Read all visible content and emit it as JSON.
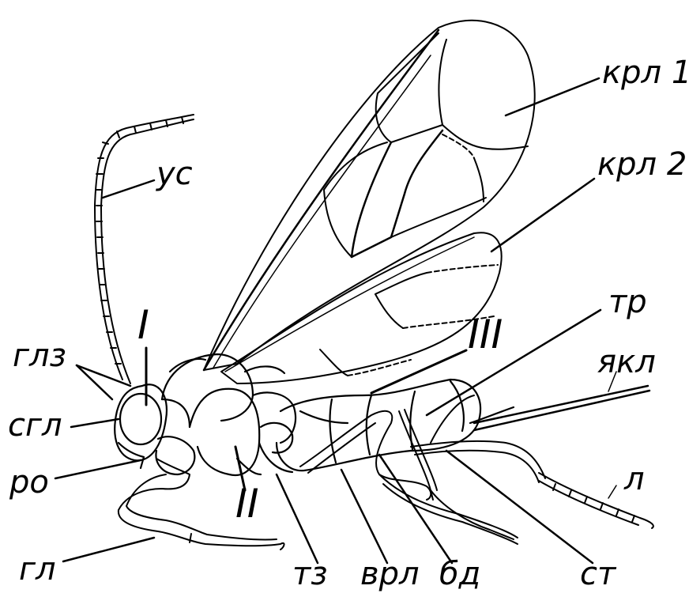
{
  "labels": {
    "krl1": "крл 1",
    "krl2": "крл 2",
    "us": "ус",
    "glz": "глз",
    "sgl": "сгл",
    "ro": "ро",
    "gl": "гл",
    "tr": "тр",
    "yakl": "якл",
    "l": "л",
    "tz": "тз",
    "vrl": "врл",
    "bd": "бд",
    "st": "ст"
  },
  "segments": {
    "I": "I",
    "II": "II",
    "III": "III"
  },
  "colors": {
    "ink": "#000000",
    "paper": "#ffffff"
  }
}
